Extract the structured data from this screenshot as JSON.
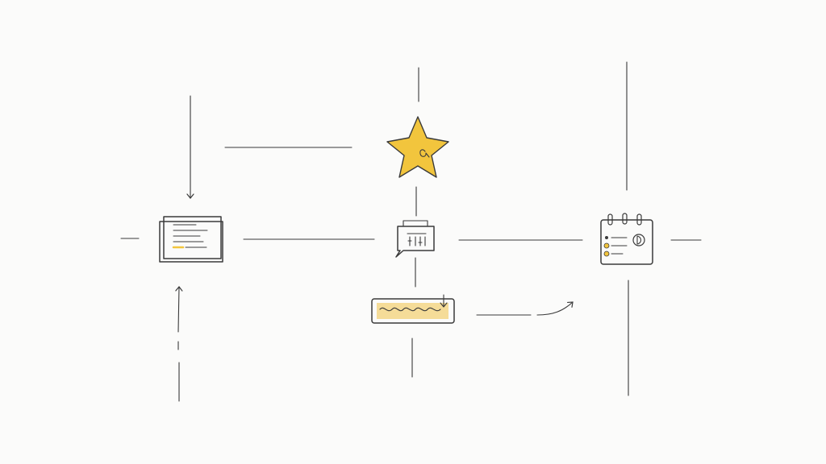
{
  "diagram": {
    "style": "hand-drawn sketch",
    "colors": {
      "background": "#fbfbfa",
      "ink": "#3a3a3a",
      "accent": "#f2c53d",
      "accent_light": "#f5dc98"
    },
    "nodes": [
      {
        "id": "star",
        "icon": "star-icon"
      },
      {
        "id": "document",
        "icon": "document-stack-icon"
      },
      {
        "id": "chat",
        "icon": "chat-bubble-icon"
      },
      {
        "id": "calendar",
        "icon": "calendar-checklist-icon"
      },
      {
        "id": "progress",
        "icon": "progress-bar-icon"
      }
    ],
    "arrows": [
      {
        "from": "top",
        "to": "document"
      },
      {
        "from": "bottom",
        "to": "document"
      },
      {
        "from": "progress",
        "to": "calendar"
      }
    ]
  }
}
